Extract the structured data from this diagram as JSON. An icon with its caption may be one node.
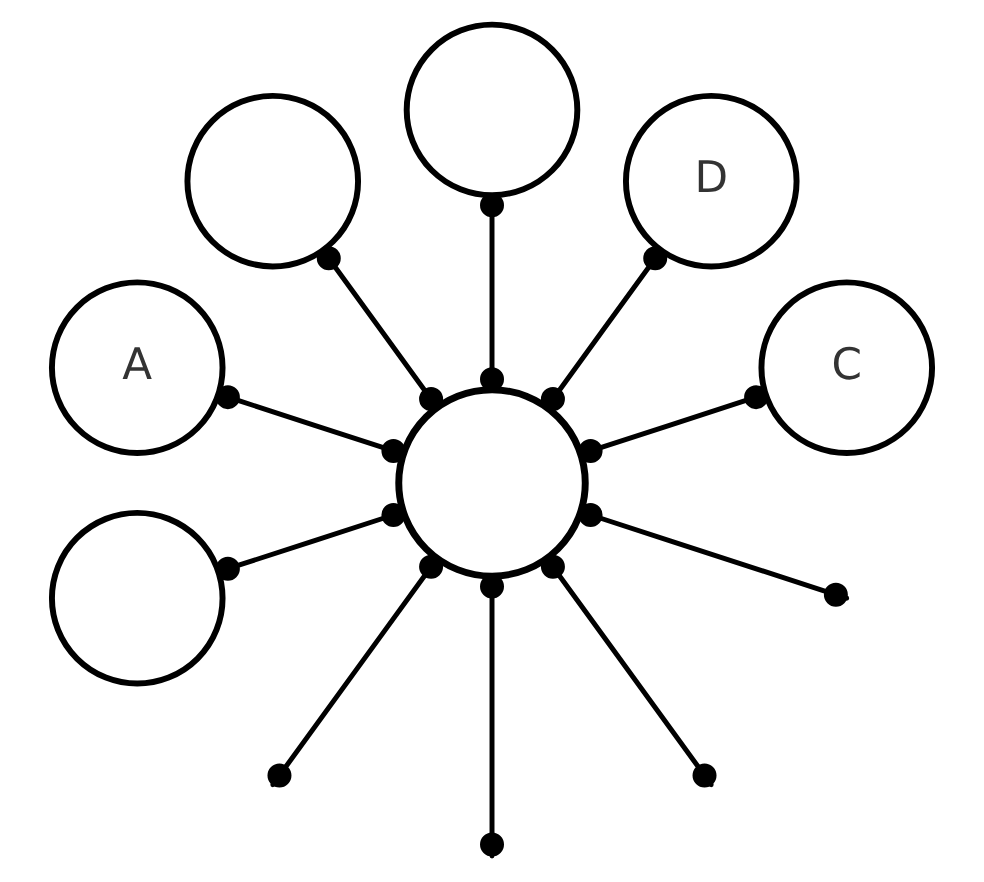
{
  "diagram": {
    "nodes": [
      {
        "text": [
          "C"
        ]
      },
      {
        "text": [
          "D"
        ]
      },
      {
        "text": [],
        "shape": "circle"
      },
      {
        "text": [],
        "shape": "circle"
      },
      {
        "text": [
          "A"
        ]
      },
      {
        "text": [],
        "shape": "circle"
      },
      {
        "text": [],
        "shape": "circle"
      }
    ],
    "edges": [
      {
        "from": 5,
        "to": 2,
        "arrow": "other"
      },
      {
        "from": 5,
        "to": 0,
        "arrow": "other"
      },
      {
        "from": 5,
        "to": 1,
        "arrow": "other"
      },
      {
        "from": 5,
        "to": 3,
        "arrow": "other"
      },
      {
        "from": 5,
        "to": null,
        "arrow": "other"
      },
      {
        "from": 5,
        "to": null,
        "arrow": "other"
      },
      {
        "from": 5,
        "to": null,
        "arrow": "other"
      },
      {
        "from": 5,
        "to": null,
        "arrow": "other"
      },
      {
        "from": 5,
        "to": 6,
        "arrow": "other"
      },
      {
        "from": 5,
        "to": 4,
        "arrow": "other"
      }
    ]
  }
}
